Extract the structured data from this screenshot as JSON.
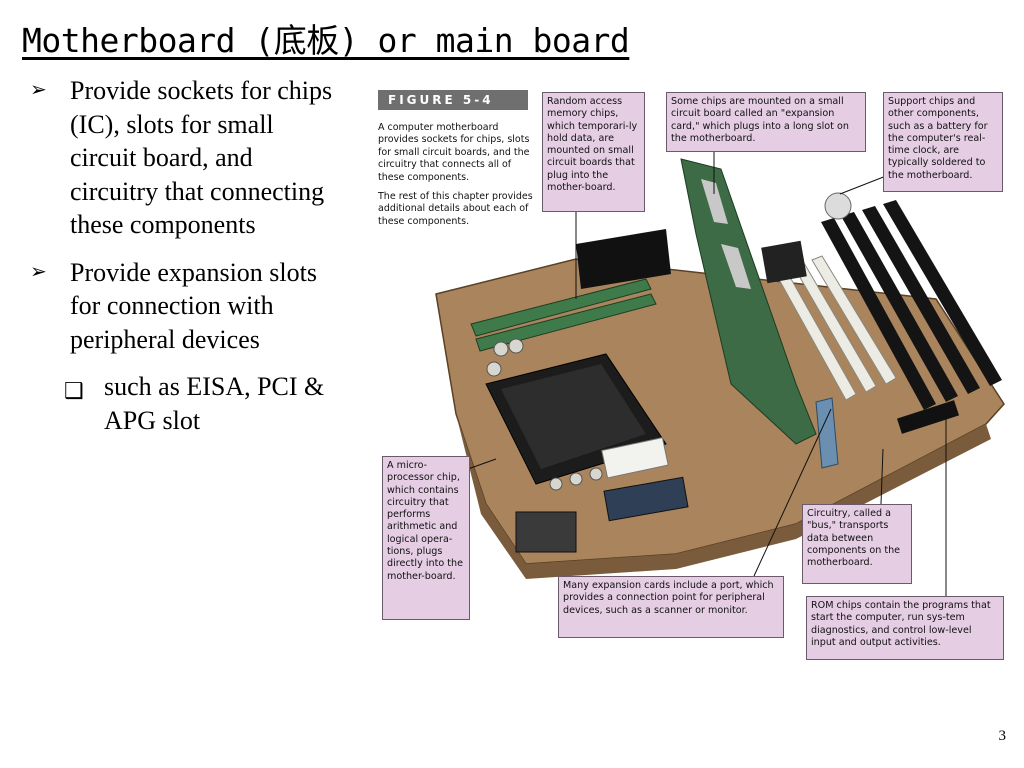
{
  "slide": {
    "title": "Motherboard (底板) or main board",
    "page_number": "3"
  },
  "bullets": [
    "Provide sockets for chips (IC), slots for small circuit board, and circuitry that connecting these components",
    "Provide expansion slots  for connection with peripheral devices"
  ],
  "sub_bullets": [
    "such as EISA, PCI  & APG slot"
  ],
  "figure": {
    "label": "FIGURE 5-4",
    "caption_1": "A computer motherboard provides sockets for chips, slots for small circuit boards, and the circuitry that connects all of these components.",
    "caption_2": "The rest of this chapter provides additional details about each of these components.",
    "callouts": {
      "ram": "Random access memory chips, which temporari-ly hold data, are mounted on small circuit boards that plug into the mother-board.",
      "expansion_card": "Some chips are mounted on a small circuit board called an \"expansion card,\" which plugs into a long slot on the motherboard.",
      "support_chips": "Support chips and other components, such as a battery for the computer's real-time clock, are typically soldered to the motherboard.",
      "microprocessor": "A micro-processor chip, which contains circuitry that performs arithmetic and logical opera-tions, plugs directly into the mother-board.",
      "bus": "Circuitry, called a \"bus,\" transports data between components on the motherboard.",
      "port": "Many expansion cards include a port, which provides a connection point for peripheral devices, such as a scanner or monitor.",
      "rom": "ROM chips contain the programs that start the computer, run sys-tem diagnostics, and control low-level input and output activities."
    }
  },
  "colors": {
    "callout_bg": "#e5cde4",
    "board_pcb": "#a9845c",
    "label_bg": "#6f6f6f"
  }
}
